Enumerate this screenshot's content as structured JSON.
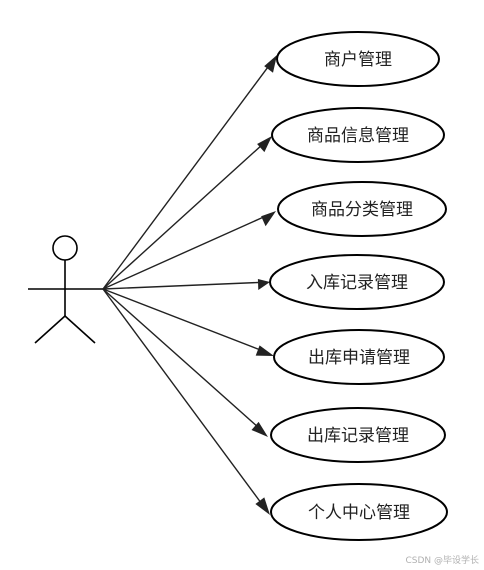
{
  "use_cases": [
    {
      "label": "商户管理"
    },
    {
      "label": "商品信息管理"
    },
    {
      "label": "商品分类管理"
    },
    {
      "label": "入库记录管理"
    },
    {
      "label": "出库申请管理"
    },
    {
      "label": "出库记录管理"
    },
    {
      "label": "个人中心管理"
    }
  ],
  "watermark": "CSDN @毕设学长"
}
